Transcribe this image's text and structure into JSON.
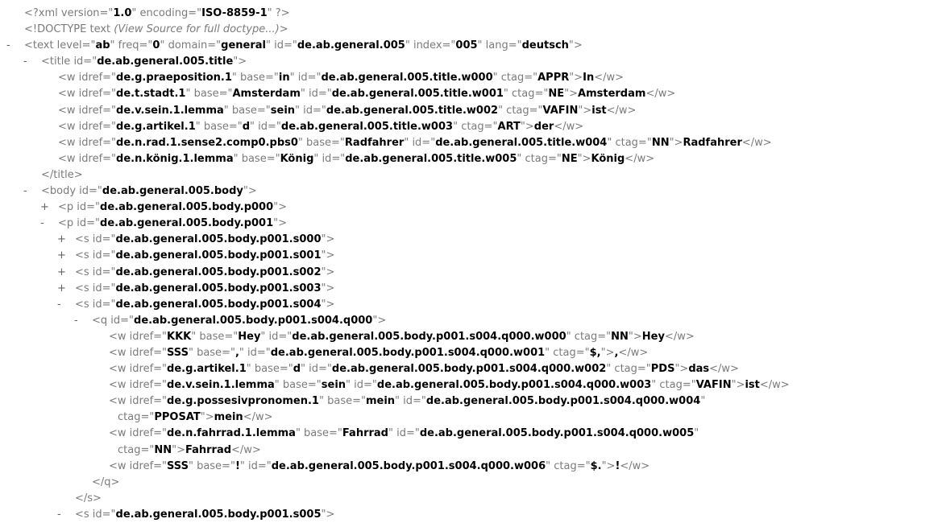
{
  "colors": {
    "background": "#ffffff",
    "markup": "#7b7b7b",
    "value": "#000000",
    "marker": "#636363"
  },
  "document": {
    "lines": [
      {
        "indent": 0,
        "marker": null,
        "cont": false,
        "parts": [
          [
            "m",
            "<?xml version=\""
          ],
          [
            "v",
            "1.0"
          ],
          [
            "m",
            "\" encoding=\""
          ],
          [
            "v",
            "ISO-8859-1"
          ],
          [
            "m",
            "\" ?>"
          ]
        ]
      },
      {
        "indent": 0,
        "marker": null,
        "cont": false,
        "parts": [
          [
            "m",
            "<!DOCTYPE text "
          ],
          [
            "i",
            "(View Source for full doctype...)"
          ],
          [
            "m",
            ">"
          ]
        ]
      },
      {
        "indent": 0,
        "marker": "-",
        "cont": false,
        "parts": [
          [
            "m",
            "<text level=\""
          ],
          [
            "v",
            "ab"
          ],
          [
            "m",
            "\" freq=\""
          ],
          [
            "v",
            "0"
          ],
          [
            "m",
            "\" domain=\""
          ],
          [
            "v",
            "general"
          ],
          [
            "m",
            "\" id=\""
          ],
          [
            "v",
            "de.ab.general.005"
          ],
          [
            "m",
            "\" index=\""
          ],
          [
            "v",
            "005"
          ],
          [
            "m",
            "\" lang=\""
          ],
          [
            "v",
            "deutsch"
          ],
          [
            "m",
            "\">"
          ]
        ]
      },
      {
        "indent": 1,
        "marker": "-",
        "cont": false,
        "parts": [
          [
            "m",
            "<title id=\""
          ],
          [
            "v",
            "de.ab.general.005.title"
          ],
          [
            "m",
            "\">"
          ]
        ]
      },
      {
        "indent": 2,
        "marker": null,
        "cont": false,
        "parts": [
          [
            "m",
            "<w idref=\""
          ],
          [
            "v",
            "de.g.praeposition.1"
          ],
          [
            "m",
            "\" base=\""
          ],
          [
            "v",
            "in"
          ],
          [
            "m",
            "\" id=\""
          ],
          [
            "v",
            "de.ab.general.005.title.w000"
          ],
          [
            "m",
            "\" ctag=\""
          ],
          [
            "v",
            "APPR"
          ],
          [
            "m",
            "\">"
          ],
          [
            "t",
            "In"
          ],
          [
            "m",
            "</w>"
          ]
        ]
      },
      {
        "indent": 2,
        "marker": null,
        "cont": false,
        "parts": [
          [
            "m",
            "<w idref=\""
          ],
          [
            "v",
            "de.t.stadt.1"
          ],
          [
            "m",
            "\" base=\""
          ],
          [
            "v",
            "Amsterdam"
          ],
          [
            "m",
            "\" id=\""
          ],
          [
            "v",
            "de.ab.general.005.title.w001"
          ],
          [
            "m",
            "\" ctag=\""
          ],
          [
            "v",
            "NE"
          ],
          [
            "m",
            "\">"
          ],
          [
            "t",
            "Amsterdam"
          ],
          [
            "m",
            "</w>"
          ]
        ]
      },
      {
        "indent": 2,
        "marker": null,
        "cont": false,
        "parts": [
          [
            "m",
            "<w idref=\""
          ],
          [
            "v",
            "de.v.sein.1.lemma"
          ],
          [
            "m",
            "\" base=\""
          ],
          [
            "v",
            "sein"
          ],
          [
            "m",
            "\" id=\""
          ],
          [
            "v",
            "de.ab.general.005.title.w002"
          ],
          [
            "m",
            "\" ctag=\""
          ],
          [
            "v",
            "VAFIN"
          ],
          [
            "m",
            "\">"
          ],
          [
            "t",
            "ist"
          ],
          [
            "m",
            "</w>"
          ]
        ]
      },
      {
        "indent": 2,
        "marker": null,
        "cont": false,
        "parts": [
          [
            "m",
            "<w idref=\""
          ],
          [
            "v",
            "de.g.artikel.1"
          ],
          [
            "m",
            "\" base=\""
          ],
          [
            "v",
            "d"
          ],
          [
            "m",
            "\" id=\""
          ],
          [
            "v",
            "de.ab.general.005.title.w003"
          ],
          [
            "m",
            "\" ctag=\""
          ],
          [
            "v",
            "ART"
          ],
          [
            "m",
            "\">"
          ],
          [
            "t",
            "der"
          ],
          [
            "m",
            "</w>"
          ]
        ]
      },
      {
        "indent": 2,
        "marker": null,
        "cont": false,
        "parts": [
          [
            "m",
            "<w idref=\""
          ],
          [
            "v",
            "de.n.rad.1.sense2.comp0.pbs0"
          ],
          [
            "m",
            "\" base=\""
          ],
          [
            "v",
            "Radfahrer"
          ],
          [
            "m",
            "\" id=\""
          ],
          [
            "v",
            "de.ab.general.005.title.w004"
          ],
          [
            "m",
            "\" ctag=\""
          ],
          [
            "v",
            "NN"
          ],
          [
            "m",
            "\">"
          ],
          [
            "t",
            "Radfahrer"
          ],
          [
            "m",
            "</w>"
          ]
        ]
      },
      {
        "indent": 2,
        "marker": null,
        "cont": false,
        "parts": [
          [
            "m",
            "<w idref=\""
          ],
          [
            "v",
            "de.n.könig.1.lemma"
          ],
          [
            "m",
            "\" base=\""
          ],
          [
            "v",
            "König"
          ],
          [
            "m",
            "\" id=\""
          ],
          [
            "v",
            "de.ab.general.005.title.w005"
          ],
          [
            "m",
            "\" ctag=\""
          ],
          [
            "v",
            "NE"
          ],
          [
            "m",
            "\">"
          ],
          [
            "t",
            "König"
          ],
          [
            "m",
            "</w>"
          ]
        ]
      },
      {
        "indent": 1,
        "marker": null,
        "cont": false,
        "parts": [
          [
            "m",
            "</title>"
          ]
        ]
      },
      {
        "indent": 1,
        "marker": "-",
        "cont": false,
        "parts": [
          [
            "m",
            "<body id=\""
          ],
          [
            "v",
            "de.ab.general.005.body"
          ],
          [
            "m",
            "\">"
          ]
        ]
      },
      {
        "indent": 2,
        "marker": "+",
        "cont": false,
        "parts": [
          [
            "m",
            "<p id=\""
          ],
          [
            "v",
            "de.ab.general.005.body.p000"
          ],
          [
            "m",
            "\">"
          ]
        ]
      },
      {
        "indent": 2,
        "marker": "-",
        "cont": false,
        "parts": [
          [
            "m",
            "<p id=\""
          ],
          [
            "v",
            "de.ab.general.005.body.p001"
          ],
          [
            "m",
            "\">"
          ]
        ]
      },
      {
        "indent": 3,
        "marker": "+",
        "cont": false,
        "parts": [
          [
            "m",
            "<s id=\""
          ],
          [
            "v",
            "de.ab.general.005.body.p001.s000"
          ],
          [
            "m",
            "\">"
          ]
        ]
      },
      {
        "indent": 3,
        "marker": "+",
        "cont": false,
        "parts": [
          [
            "m",
            "<s id=\""
          ],
          [
            "v",
            "de.ab.general.005.body.p001.s001"
          ],
          [
            "m",
            "\">"
          ]
        ]
      },
      {
        "indent": 3,
        "marker": "+",
        "cont": false,
        "parts": [
          [
            "m",
            "<s id=\""
          ],
          [
            "v",
            "de.ab.general.005.body.p001.s002"
          ],
          [
            "m",
            "\">"
          ]
        ]
      },
      {
        "indent": 3,
        "marker": "+",
        "cont": false,
        "parts": [
          [
            "m",
            "<s id=\""
          ],
          [
            "v",
            "de.ab.general.005.body.p001.s003"
          ],
          [
            "m",
            "\">"
          ]
        ]
      },
      {
        "indent": 3,
        "marker": "-",
        "cont": false,
        "parts": [
          [
            "m",
            "<s id=\""
          ],
          [
            "v",
            "de.ab.general.005.body.p001.s004"
          ],
          [
            "m",
            "\">"
          ]
        ]
      },
      {
        "indent": 4,
        "marker": "-",
        "cont": false,
        "parts": [
          [
            "m",
            "<q id=\""
          ],
          [
            "v",
            "de.ab.general.005.body.p001.s004.q000"
          ],
          [
            "m",
            "\">"
          ]
        ]
      },
      {
        "indent": 5,
        "marker": null,
        "cont": false,
        "parts": [
          [
            "m",
            "<w idref=\""
          ],
          [
            "v",
            "KKK"
          ],
          [
            "m",
            "\" base=\""
          ],
          [
            "v",
            "Hey"
          ],
          [
            "m",
            "\" id=\""
          ],
          [
            "v",
            "de.ab.general.005.body.p001.s004.q000.w000"
          ],
          [
            "m",
            "\" ctag=\""
          ],
          [
            "v",
            "NN"
          ],
          [
            "m",
            "\">"
          ],
          [
            "t",
            "Hey"
          ],
          [
            "m",
            "</w>"
          ]
        ]
      },
      {
        "indent": 5,
        "marker": null,
        "cont": false,
        "parts": [
          [
            "m",
            "<w idref=\""
          ],
          [
            "v",
            "SSS"
          ],
          [
            "m",
            "\" base=\""
          ],
          [
            "v",
            ","
          ],
          [
            "m",
            "\" id=\""
          ],
          [
            "v",
            "de.ab.general.005.body.p001.s004.q000.w001"
          ],
          [
            "m",
            "\" ctag=\""
          ],
          [
            "v",
            "$,"
          ],
          [
            "m",
            "\">"
          ],
          [
            "t",
            ","
          ],
          [
            "m",
            "</w>"
          ]
        ]
      },
      {
        "indent": 5,
        "marker": null,
        "cont": false,
        "parts": [
          [
            "m",
            "<w idref=\""
          ],
          [
            "v",
            "de.g.artikel.1"
          ],
          [
            "m",
            "\" base=\""
          ],
          [
            "v",
            "d"
          ],
          [
            "m",
            "\" id=\""
          ],
          [
            "v",
            "de.ab.general.005.body.p001.s004.q000.w002"
          ],
          [
            "m",
            "\" ctag=\""
          ],
          [
            "v",
            "PDS"
          ],
          [
            "m",
            "\">"
          ],
          [
            "t",
            "das"
          ],
          [
            "m",
            "</w>"
          ]
        ]
      },
      {
        "indent": 5,
        "marker": null,
        "cont": false,
        "parts": [
          [
            "m",
            "<w idref=\""
          ],
          [
            "v",
            "de.v.sein.1.lemma"
          ],
          [
            "m",
            "\" base=\""
          ],
          [
            "v",
            "sein"
          ],
          [
            "m",
            "\" id=\""
          ],
          [
            "v",
            "de.ab.general.005.body.p001.s004.q000.w003"
          ],
          [
            "m",
            "\" ctag=\""
          ],
          [
            "v",
            "VAFIN"
          ],
          [
            "m",
            "\">"
          ],
          [
            "t",
            "ist"
          ],
          [
            "m",
            "</w>"
          ]
        ]
      },
      {
        "indent": 5,
        "marker": null,
        "cont": false,
        "parts": [
          [
            "m",
            "<w idref=\""
          ],
          [
            "v",
            "de.g.possesivpronomen.1"
          ],
          [
            "m",
            "\" base=\""
          ],
          [
            "v",
            "mein"
          ],
          [
            "m",
            "\" id=\""
          ],
          [
            "v",
            "de.ab.general.005.body.p001.s004.q000.w004"
          ],
          [
            "m",
            "\""
          ]
        ]
      },
      {
        "indent": 5,
        "marker": null,
        "cont": true,
        "parts": [
          [
            "m",
            "ctag=\""
          ],
          [
            "v",
            "PPOSAT"
          ],
          [
            "m",
            "\">"
          ],
          [
            "t",
            "mein"
          ],
          [
            "m",
            "</w>"
          ]
        ]
      },
      {
        "indent": 5,
        "marker": null,
        "cont": false,
        "parts": [
          [
            "m",
            "<w idref=\""
          ],
          [
            "v",
            "de.n.fahrrad.1.lemma"
          ],
          [
            "m",
            "\" base=\""
          ],
          [
            "v",
            "Fahrrad"
          ],
          [
            "m",
            "\" id=\""
          ],
          [
            "v",
            "de.ab.general.005.body.p001.s004.q000.w005"
          ],
          [
            "m",
            "\""
          ]
        ]
      },
      {
        "indent": 5,
        "marker": null,
        "cont": true,
        "parts": [
          [
            "m",
            "ctag=\""
          ],
          [
            "v",
            "NN"
          ],
          [
            "m",
            "\">"
          ],
          [
            "t",
            "Fahrrad"
          ],
          [
            "m",
            "</w>"
          ]
        ]
      },
      {
        "indent": 5,
        "marker": null,
        "cont": false,
        "parts": [
          [
            "m",
            "<w idref=\""
          ],
          [
            "v",
            "SSS"
          ],
          [
            "m",
            "\" base=\""
          ],
          [
            "v",
            "!"
          ],
          [
            "m",
            "\" id=\""
          ],
          [
            "v",
            "de.ab.general.005.body.p001.s004.q000.w006"
          ],
          [
            "m",
            "\" ctag=\""
          ],
          [
            "v",
            "$."
          ],
          [
            "m",
            "\">"
          ],
          [
            "t",
            "!"
          ],
          [
            "m",
            "</w>"
          ]
        ]
      },
      {
        "indent": 4,
        "marker": null,
        "cont": false,
        "parts": [
          [
            "m",
            "</q>"
          ]
        ]
      },
      {
        "indent": 3,
        "marker": null,
        "cont": false,
        "parts": [
          [
            "m",
            "</s>"
          ]
        ]
      },
      {
        "indent": 3,
        "marker": "-",
        "cont": false,
        "parts": [
          [
            "m",
            "<s id=\""
          ],
          [
            "v",
            "de.ab.general.005.body.p001.s005"
          ],
          [
            "m",
            "\">"
          ]
        ]
      }
    ]
  }
}
